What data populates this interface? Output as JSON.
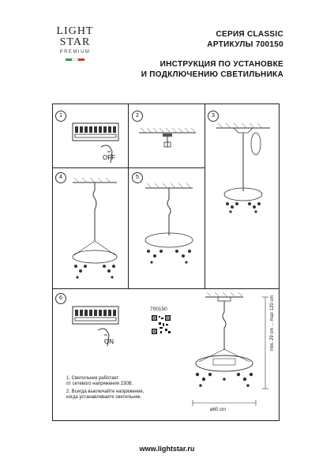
{
  "brand": {
    "line1": "LIGHT",
    "line2": "STAR",
    "line3": "PREMIUM",
    "flag_colors": [
      "#2e9b47",
      "#ffffff",
      "#d62f2f"
    ]
  },
  "header": {
    "series": "СЕРИЯ CLASSIC",
    "articles": "АРТИКУЛЫ 700150",
    "title_line1": "ИНСТРУКЦИЯ ПО УСТАНОВКЕ",
    "title_line2": "И ПОДКЛЮЧЕНИЮ СВЕТИЛЬНИКА"
  },
  "steps": [
    {
      "number": "1",
      "label": "OFF"
    },
    {
      "number": "2"
    },
    {
      "number": "3"
    },
    {
      "number": "4"
    },
    {
      "number": "5"
    },
    {
      "number": "6",
      "label": "ON"
    }
  ],
  "product": {
    "article": "700150"
  },
  "dimensions": {
    "height": "min. 29 cm ... max 120 cm",
    "width": "ø60 cm"
  },
  "notes": {
    "note1_line1": "1. Светильник работает",
    "note1_line2": "от сетевого напряжения 230В.",
    "note2_line1": "2. Всегда выключайте напряжение,",
    "note2_line2": "когда устанавливаете светильник."
  },
  "footer": {
    "url": "www.lightstar.ru"
  }
}
